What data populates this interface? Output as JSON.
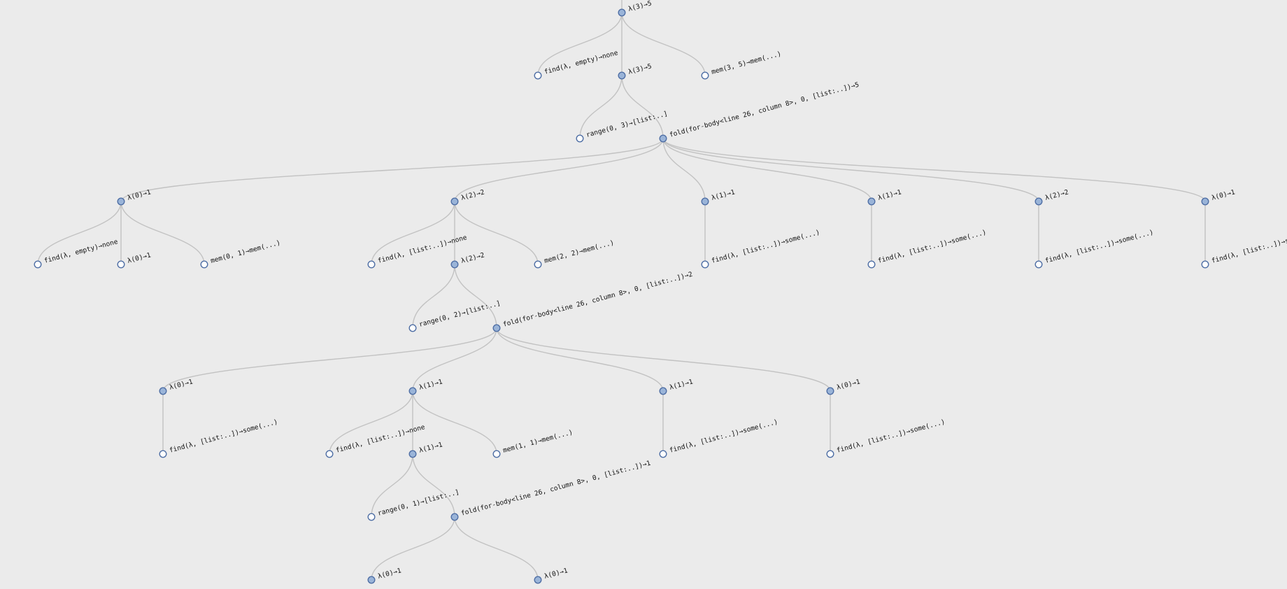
{
  "tree": {
    "nodes": [
      {
        "id": "n1",
        "label": "λ(3)→5",
        "kind": "call"
      },
      {
        "id": "n2",
        "label": "find(λ, empty)→none",
        "kind": "leaf"
      },
      {
        "id": "n3",
        "label": "λ(3)→5",
        "kind": "call"
      },
      {
        "id": "n4",
        "label": "mem(3, 5)→mem(...)",
        "kind": "leaf"
      },
      {
        "id": "n5",
        "label": "range(0, 3)→[list:..]",
        "kind": "leaf"
      },
      {
        "id": "n6",
        "label": "fold(for-body<line 26, column 8>, 0, [list:..])→5",
        "kind": "call"
      },
      {
        "id": "n7",
        "label": "λ(0)→1",
        "kind": "call"
      },
      {
        "id": "n8",
        "label": "λ(2)→2",
        "kind": "call"
      },
      {
        "id": "n9",
        "label": "λ(1)→1",
        "kind": "call"
      },
      {
        "id": "n10",
        "label": "λ(1)→1",
        "kind": "call"
      },
      {
        "id": "n11",
        "label": "λ(2)→2",
        "kind": "call"
      },
      {
        "id": "n12",
        "label": "λ(0)→1",
        "kind": "call"
      },
      {
        "id": "n13",
        "label": "find(λ, empty)→none",
        "kind": "leaf"
      },
      {
        "id": "n14",
        "label": "λ(0)→1",
        "kind": "leaf"
      },
      {
        "id": "n15",
        "label": "mem(0, 1)→mem(...)",
        "kind": "leaf"
      },
      {
        "id": "n16",
        "label": "find(λ, [list:..])→none",
        "kind": "leaf"
      },
      {
        "id": "n17",
        "label": "λ(2)→2",
        "kind": "call"
      },
      {
        "id": "n18",
        "label": "mem(2, 2)→mem(...)",
        "kind": "leaf"
      },
      {
        "id": "n19",
        "label": "find(λ, [list:..])→some(...)",
        "kind": "leaf"
      },
      {
        "id": "n20",
        "label": "find(λ, [list:..])→some(...)",
        "kind": "leaf"
      },
      {
        "id": "n21",
        "label": "find(λ, [list:..])→some(...)",
        "kind": "leaf"
      },
      {
        "id": "n22",
        "label": "find(λ, [list:..])→some(...)",
        "kind": "leaf"
      },
      {
        "id": "n23",
        "label": "range(0, 2)→[list:..]",
        "kind": "leaf"
      },
      {
        "id": "n24",
        "label": "fold(for-body<line 26, column 8>, 0, [list:..])→2",
        "kind": "call"
      },
      {
        "id": "n25",
        "label": "λ(0)→1",
        "kind": "call"
      },
      {
        "id": "n26",
        "label": "λ(1)→1",
        "kind": "call"
      },
      {
        "id": "n27",
        "label": "λ(1)→1",
        "kind": "call"
      },
      {
        "id": "n28",
        "label": "λ(0)→1",
        "kind": "call"
      },
      {
        "id": "n29",
        "label": "find(λ, [list:..])→some(...)",
        "kind": "leaf"
      },
      {
        "id": "n30",
        "label": "find(λ, [list:..])→none",
        "kind": "leaf"
      },
      {
        "id": "n31",
        "label": "λ(1)→1",
        "kind": "call"
      },
      {
        "id": "n32",
        "label": "mem(1, 1)→mem(...)",
        "kind": "leaf"
      },
      {
        "id": "n33",
        "label": "find(λ, [list:..])→some(...)",
        "kind": "leaf"
      },
      {
        "id": "n34",
        "label": "find(λ, [list:..])→some(...)",
        "kind": "leaf"
      },
      {
        "id": "n35",
        "label": "range(0, 1)→[list:..]",
        "kind": "leaf"
      },
      {
        "id": "n36",
        "label": "fold(for-body<line 26, column 8>, 0, [list:..])→1",
        "kind": "call"
      },
      {
        "id": "n37",
        "label": "λ(0)→1",
        "kind": "call"
      },
      {
        "id": "n38",
        "label": "λ(0)→1",
        "kind": "call"
      }
    ],
    "edges": [
      [
        "n1",
        "n2"
      ],
      [
        "n1",
        "n3"
      ],
      [
        "n1",
        "n4"
      ],
      [
        "n3",
        "n5"
      ],
      [
        "n3",
        "n6"
      ],
      [
        "n6",
        "n7"
      ],
      [
        "n6",
        "n8"
      ],
      [
        "n6",
        "n9"
      ],
      [
        "n6",
        "n10"
      ],
      [
        "n6",
        "n11"
      ],
      [
        "n6",
        "n12"
      ],
      [
        "n7",
        "n13"
      ],
      [
        "n7",
        "n14"
      ],
      [
        "n7",
        "n15"
      ],
      [
        "n8",
        "n16"
      ],
      [
        "n8",
        "n17"
      ],
      [
        "n8",
        "n18"
      ],
      [
        "n9",
        "n19"
      ],
      [
        "n10",
        "n20"
      ],
      [
        "n11",
        "n21"
      ],
      [
        "n12",
        "n22"
      ],
      [
        "n17",
        "n23"
      ],
      [
        "n17",
        "n24"
      ],
      [
        "n24",
        "n25"
      ],
      [
        "n24",
        "n26"
      ],
      [
        "n24",
        "n27"
      ],
      [
        "n24",
        "n28"
      ],
      [
        "n25",
        "n29"
      ],
      [
        "n26",
        "n30"
      ],
      [
        "n26",
        "n31"
      ],
      [
        "n26",
        "n32"
      ],
      [
        "n27",
        "n33"
      ],
      [
        "n28",
        "n34"
      ],
      [
        "n31",
        "n35"
      ],
      [
        "n31",
        "n36"
      ],
      [
        "n36",
        "n37"
      ],
      [
        "n36",
        "n38"
      ]
    ]
  }
}
